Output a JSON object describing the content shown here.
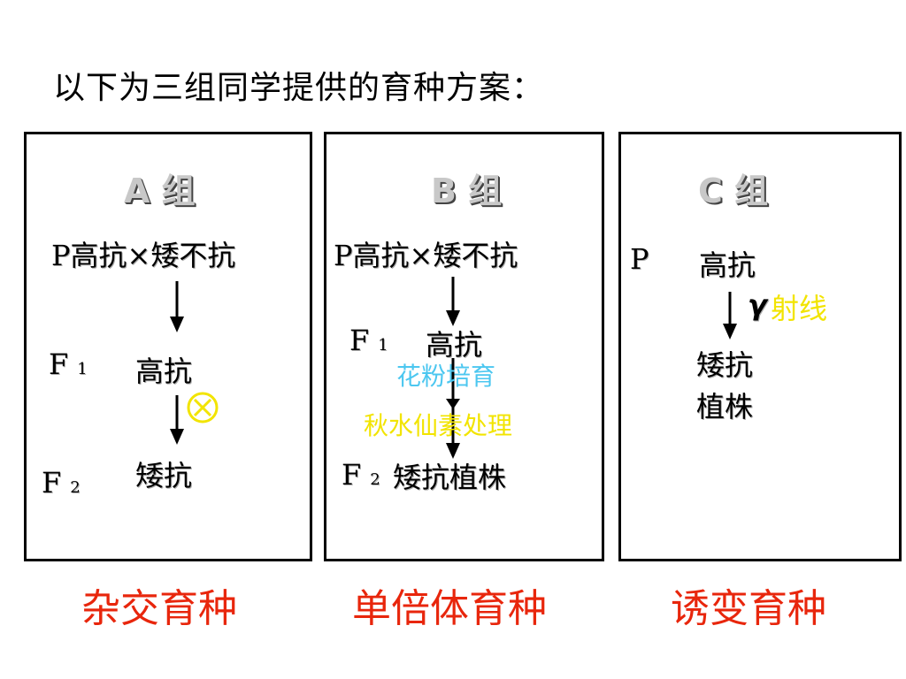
{
  "title": "以下为三组同学提供的育种方案：",
  "groups": {
    "a": {
      "heading": "A 组",
      "p_label": "P",
      "p_text": "高抗",
      "cross": "×",
      "p_text2": "矮不抗",
      "f1_label": "F",
      "f1_sub": "1",
      "f1_text": "高抗",
      "selfing_symbol": "⊗",
      "f2_label": "F",
      "f2_sub": "2",
      "f2_text": "矮抗",
      "method": "杂交育种"
    },
    "b": {
      "heading": "B 组",
      "p_label": "P",
      "p_text": "高抗",
      "cross": "×",
      "p_text2": "矮不抗",
      "f1_label": "F",
      "f1_sub": "1",
      "f1_text": "高抗",
      "step1": "花粉培育",
      "step2": "秋水仙素处理",
      "f2_label": "F",
      "f2_sub": "2",
      "f2_text": "矮抗植株",
      "method": "单倍体育种"
    },
    "c": {
      "heading": "C 组",
      "p_label": "P",
      "p_text": "高抗",
      "ray_symbol": "γ",
      "ray_text": "射线",
      "result_line1": "矮抗",
      "result_line2": "植株",
      "method": "诱变育种"
    }
  },
  "colors": {
    "method_label": "#e8260c",
    "annotation_yellow": "#f2e400",
    "annotation_cyan": "#4cc7f0",
    "heading_gray": "#c8c8c8"
  }
}
